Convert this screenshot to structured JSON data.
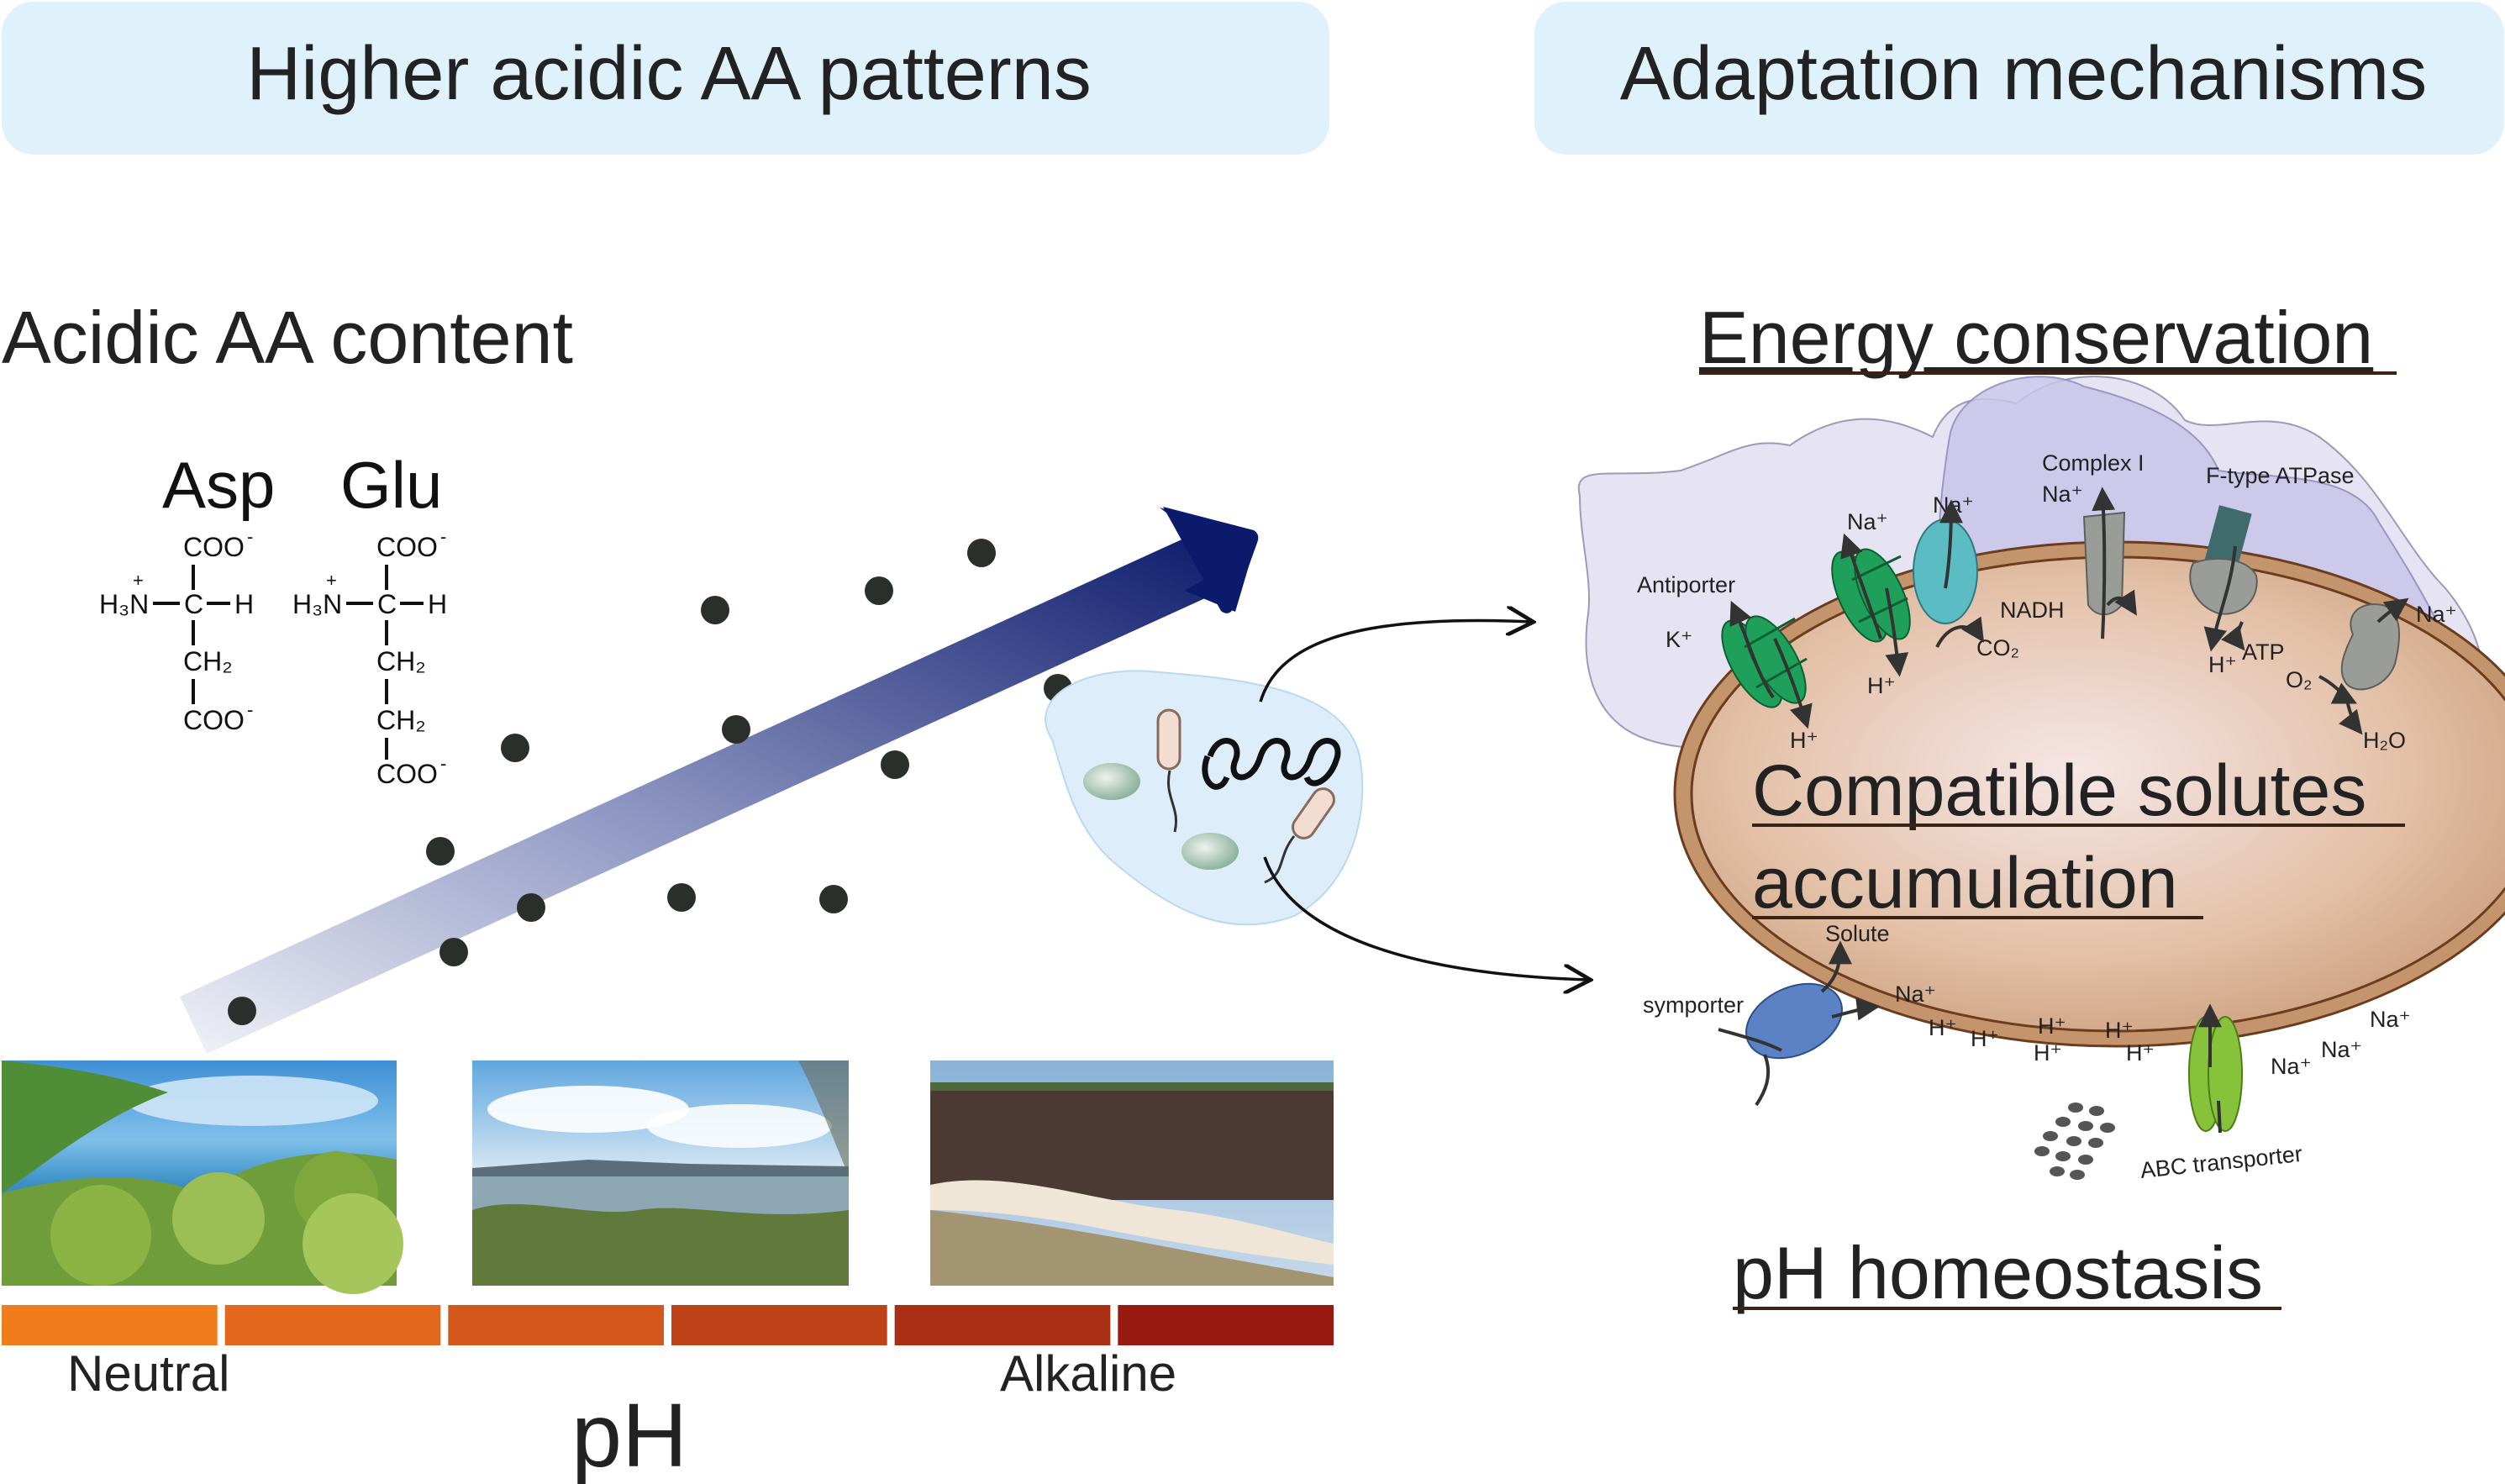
{
  "left_panel": {
    "header": "Higher acidic AA patterns",
    "content_label": "Acidic AA content",
    "asp": {
      "name": "Asp",
      "top_carboxyl": "COO",
      "minus": "-",
      "amine": "H₃N",
      "plus": "+",
      "carbon": "C",
      "hydrogen": "H",
      "ch2_1": "CH₂",
      "bottom_carboxyl": "COO"
    },
    "glu": {
      "name": "Glu",
      "top_carboxyl": "COO",
      "minus": "-",
      "amine": "H₃N",
      "plus": "+",
      "carbon": "C",
      "hydrogen": "H",
      "ch2_1": "CH₂",
      "ch2_2": "CH₂",
      "bottom_carboxyl": "COO"
    },
    "ph_scale": {
      "low_label": "Neutral",
      "high_label": "Alkaline",
      "axis_label": "pH",
      "segment_colors": [
        "#f07c1c",
        "#e4681b",
        "#d3561a",
        "#bf4318",
        "#a82f14",
        "#961a10"
      ]
    }
  },
  "right_panel": {
    "header": "Adaptation mechanisms",
    "energy_title": "Energy conservation",
    "solutes_title_line1": "Compatible solutes",
    "solutes_title_line2": "accumulation",
    "ph_title": "pH homeostasis",
    "labels": {
      "complex_i": "Complex I",
      "f_type": "F-type ATPase",
      "antiporter": "Antiporter",
      "nadh": "NADH",
      "co2": "CO₂",
      "atp": "ATP",
      "o2": "O₂",
      "h2o": "H₂O",
      "solute": "Solute",
      "symporter": "symporter",
      "abc": "ABC transporter",
      "na_plus": "Na⁺",
      "h_plus": "H⁺",
      "k_plus": "K⁺"
    }
  },
  "colors": {
    "header_bg": "#dff1fa",
    "arrow_dark": "#0c1a6b",
    "arrow_light": "#eceef6",
    "dot": "#2b2f2b",
    "membrane_fill": "#e5e2f2",
    "cell_fill": "#d8b598",
    "cell_stroke": "#7a4a2a",
    "antiporter_green": "#1fa05a",
    "teal": "#5bbcc3",
    "grey_protein": "#9a9c98",
    "dark_teal": "#3f6b6d",
    "symporter_blue": "#5a82c4",
    "abc_green": "#86c33a",
    "title_brown": "#3b2314"
  }
}
